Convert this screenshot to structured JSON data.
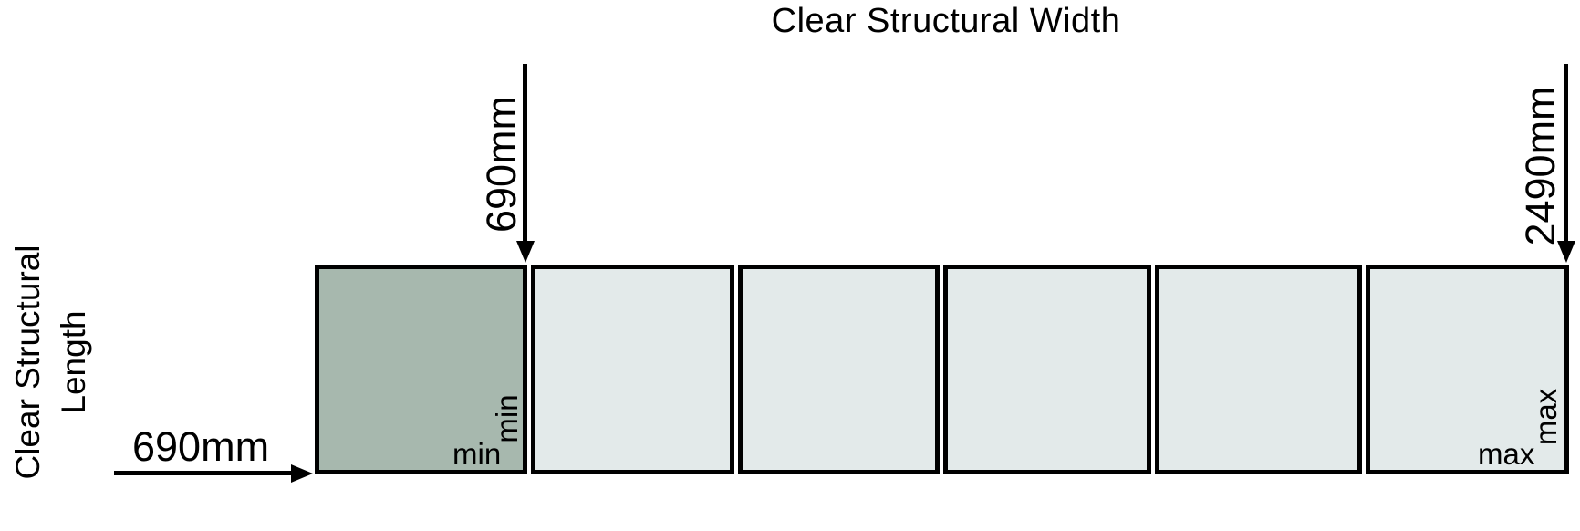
{
  "title": "Clear Structural Width",
  "left_axis": {
    "line1": "Clear Structural",
    "line2": "Length"
  },
  "dimensions": {
    "module_width_min": "690mm",
    "total_width_max": "2490mm",
    "length_min": "690mm"
  },
  "panels": [
    {
      "name": "min-module",
      "label_bottom": "min",
      "label_side": "min"
    },
    {
      "name": "module-2"
    },
    {
      "name": "module-3"
    },
    {
      "name": "module-4"
    },
    {
      "name": "module-5"
    },
    {
      "name": "max-module",
      "label_bottom": "max",
      "label_side": "max"
    }
  ],
  "colors": {
    "min_module_fill": "#a7b8ae",
    "module_fill": "#e3eaea",
    "line": "#000000",
    "background": "#ffffff"
  }
}
